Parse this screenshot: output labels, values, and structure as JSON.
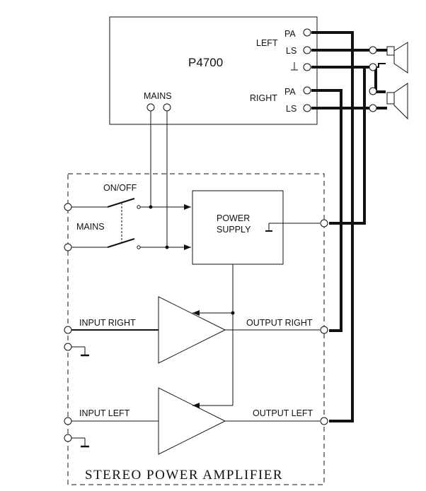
{
  "p4700": {
    "title": "P4700",
    "left_label": "LEFT",
    "right_label": "RIGHT",
    "pa": "PA",
    "ls": "LS",
    "ground_symbol": "⊥",
    "mains": "MAINS"
  },
  "amplifier": {
    "caption": "STEREO POWER AMPLIFIER",
    "on_off": "ON/OFF",
    "mains": "MAINS",
    "power_supply_line1": "POWER",
    "power_supply_line2": "SUPPLY",
    "input_right": "INPUT RIGHT",
    "input_left": "INPUT LEFT",
    "output_right": "OUTPUT RIGHT",
    "output_left": "OUTPUT LEFT"
  },
  "icons": [
    "speaker-icon",
    "ground-icon",
    "switch-icon",
    "amplifier-triangle-icon",
    "arrow-icon"
  ]
}
